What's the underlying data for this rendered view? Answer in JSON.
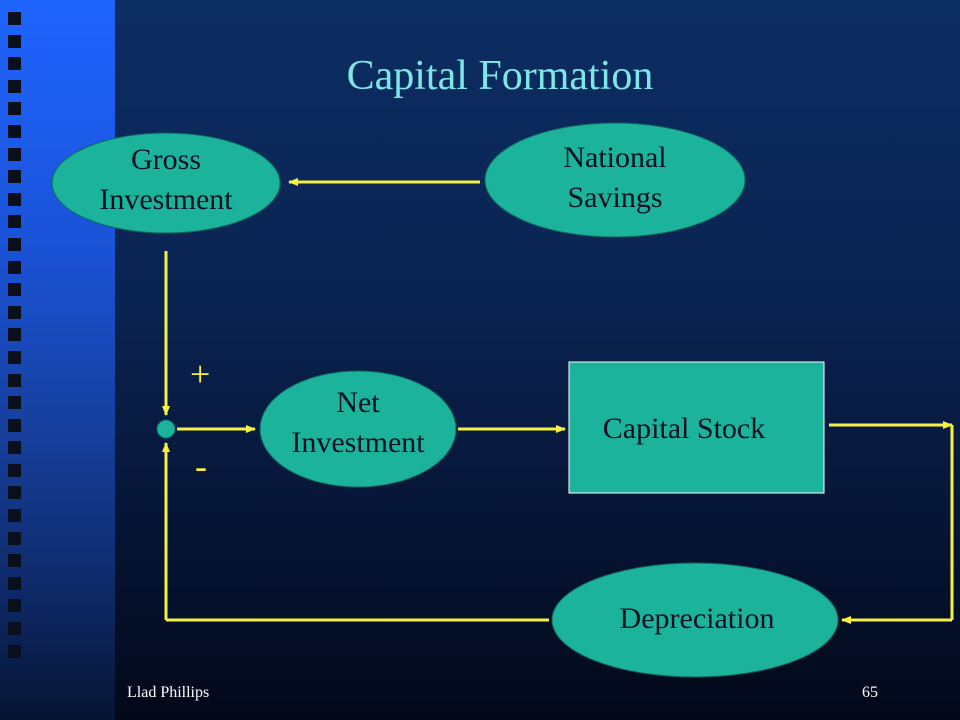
{
  "slide": {
    "title": "Capital Formation",
    "footer_left": "Llad Phillips",
    "page_number": "65"
  },
  "diagram": {
    "nodes": {
      "gross_investment": {
        "line1": "Gross",
        "line2": "Investment"
      },
      "national_savings": {
        "line1": "National",
        "line2": "Savings"
      },
      "net_investment": {
        "line1": "Net",
        "line2": "Investment"
      },
      "capital_stock": {
        "label": "Capital Stock"
      },
      "depreciation": {
        "label": "Depreciation"
      }
    },
    "signs": {
      "plus": "+",
      "minus": "-"
    },
    "edges": [
      {
        "from": "National Savings",
        "to": "Gross Investment"
      },
      {
        "from": "Gross Investment",
        "to": "summing junction",
        "sign": "+"
      },
      {
        "from": "summing junction",
        "to": "Net Investment"
      },
      {
        "from": "Net Investment",
        "to": "Capital Stock"
      },
      {
        "from": "Capital Stock",
        "to": "Depreciation"
      },
      {
        "from": "Depreciation",
        "to": "summing junction",
        "sign": "-"
      }
    ],
    "colors": {
      "node_fill": "#1bb39b",
      "arrow": "#f5f043",
      "title": "#7fe6e6",
      "left_bar": "#1f64ff"
    }
  }
}
